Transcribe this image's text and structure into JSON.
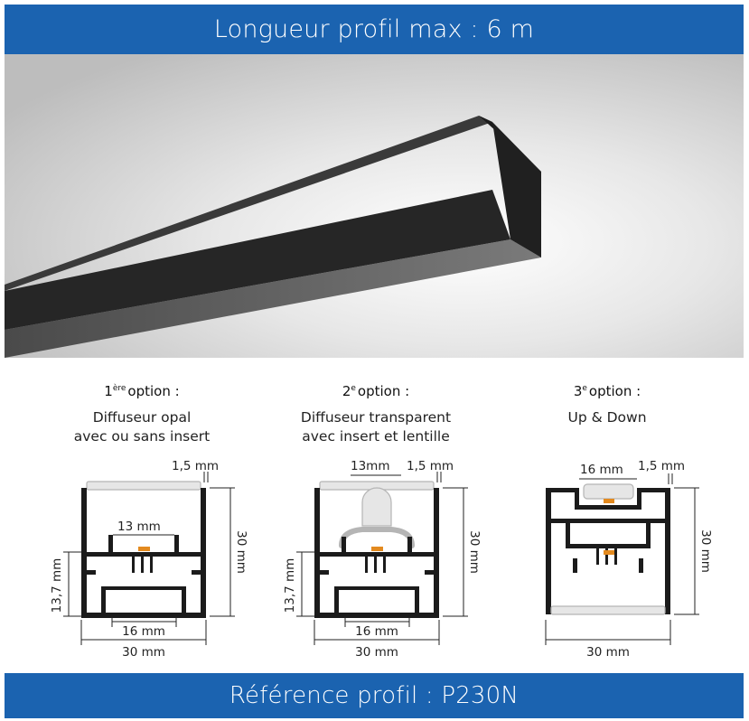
{
  "header": {
    "title": "Longueur profil max : 6 m"
  },
  "footer": {
    "title": "Référence profil : P230N"
  },
  "photo": {
    "subject": "suspended-black-profile"
  },
  "colors": {
    "banner": "#1b63b0",
    "profile": "#1b1b1b",
    "led": "#e38a1f",
    "diffuser": "#e6e6e6"
  },
  "options": [
    {
      "number": "1",
      "suffix": "ère",
      "label": "option :",
      "line1": "Diffuseur opal",
      "line2": "avec ou sans insert",
      "dims": {
        "top_wall": "1,5 mm",
        "inner_width": "13 mm",
        "height": "30 mm",
        "insert_height": "13,7 mm",
        "channel_width": "16 mm",
        "width": "30 mm"
      }
    },
    {
      "number": "2",
      "suffix": "e",
      "label": "option :",
      "line1": "Diffuseur transparent",
      "line2": "avec insert et lentille",
      "dims": {
        "lens_width": "13mm",
        "top_wall": "1,5 mm",
        "height": "30 mm",
        "insert_height": "13,7 mm",
        "channel_width": "16 mm",
        "width": "30 mm"
      }
    },
    {
      "number": "3",
      "suffix": "e",
      "label": "option :",
      "line1": "Up & Down",
      "line2": "",
      "dims": {
        "inner_width": "16 mm",
        "top_wall": "1,5 mm",
        "height": "30 mm",
        "width": "30 mm"
      }
    }
  ]
}
